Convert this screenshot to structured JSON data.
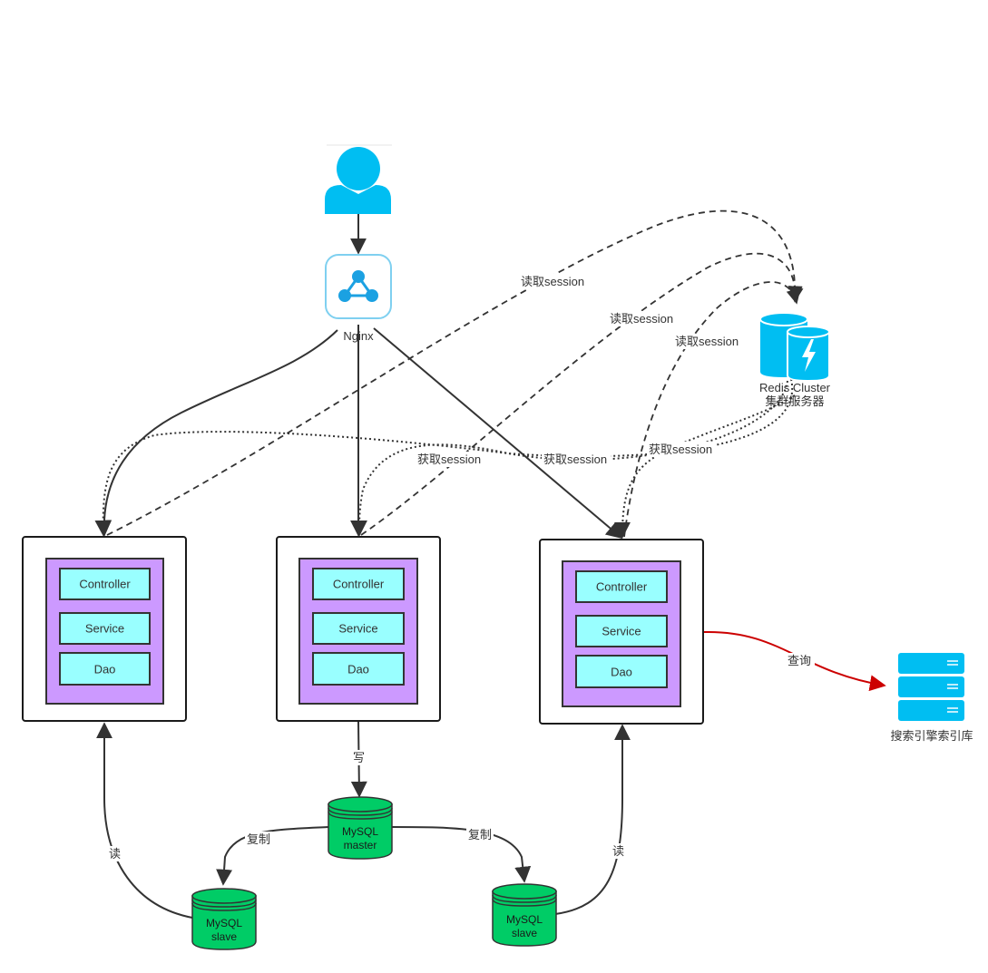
{
  "nodes": {
    "nginx_label": "Nginx",
    "redis_label_1": "Redis Cluster",
    "redis_label_2": "集群服务器",
    "search_label": "搜索引擎索引库",
    "mysql_master_1": "MySQL",
    "mysql_master_2": "master",
    "mysql_slave_left_1": "MySQL",
    "mysql_slave_left_2": "slave",
    "mysql_slave_right_1": "MySQL",
    "mysql_slave_right_2": "slave"
  },
  "servers": [
    {
      "controller": "Controller",
      "service": "Service",
      "dao": "Dao"
    },
    {
      "controller": "Controller",
      "service": "Service",
      "dao": "Dao"
    },
    {
      "controller": "Controller",
      "service": "Service",
      "dao": "Dao"
    }
  ],
  "edges": {
    "read_session": "读取session",
    "get_session": "获取session",
    "write": "写",
    "copy": "复制",
    "read": "读",
    "query": "查询"
  },
  "colors": {
    "user_icon": "#00BEF2",
    "nginx_icon": "#1BA1E2",
    "redis_icon": "#00BEF2",
    "server_inner": "#CC99FF",
    "layer_box": "#99FFFF",
    "database": "#00CC66",
    "query_arrow": "#CC0000",
    "search_icon": "#00BEF2",
    "edge": "#333333"
  },
  "icons": [
    "user-icon",
    "nginx-icon",
    "redis-cluster-icon",
    "search-engine-icon",
    "database-icon"
  ]
}
